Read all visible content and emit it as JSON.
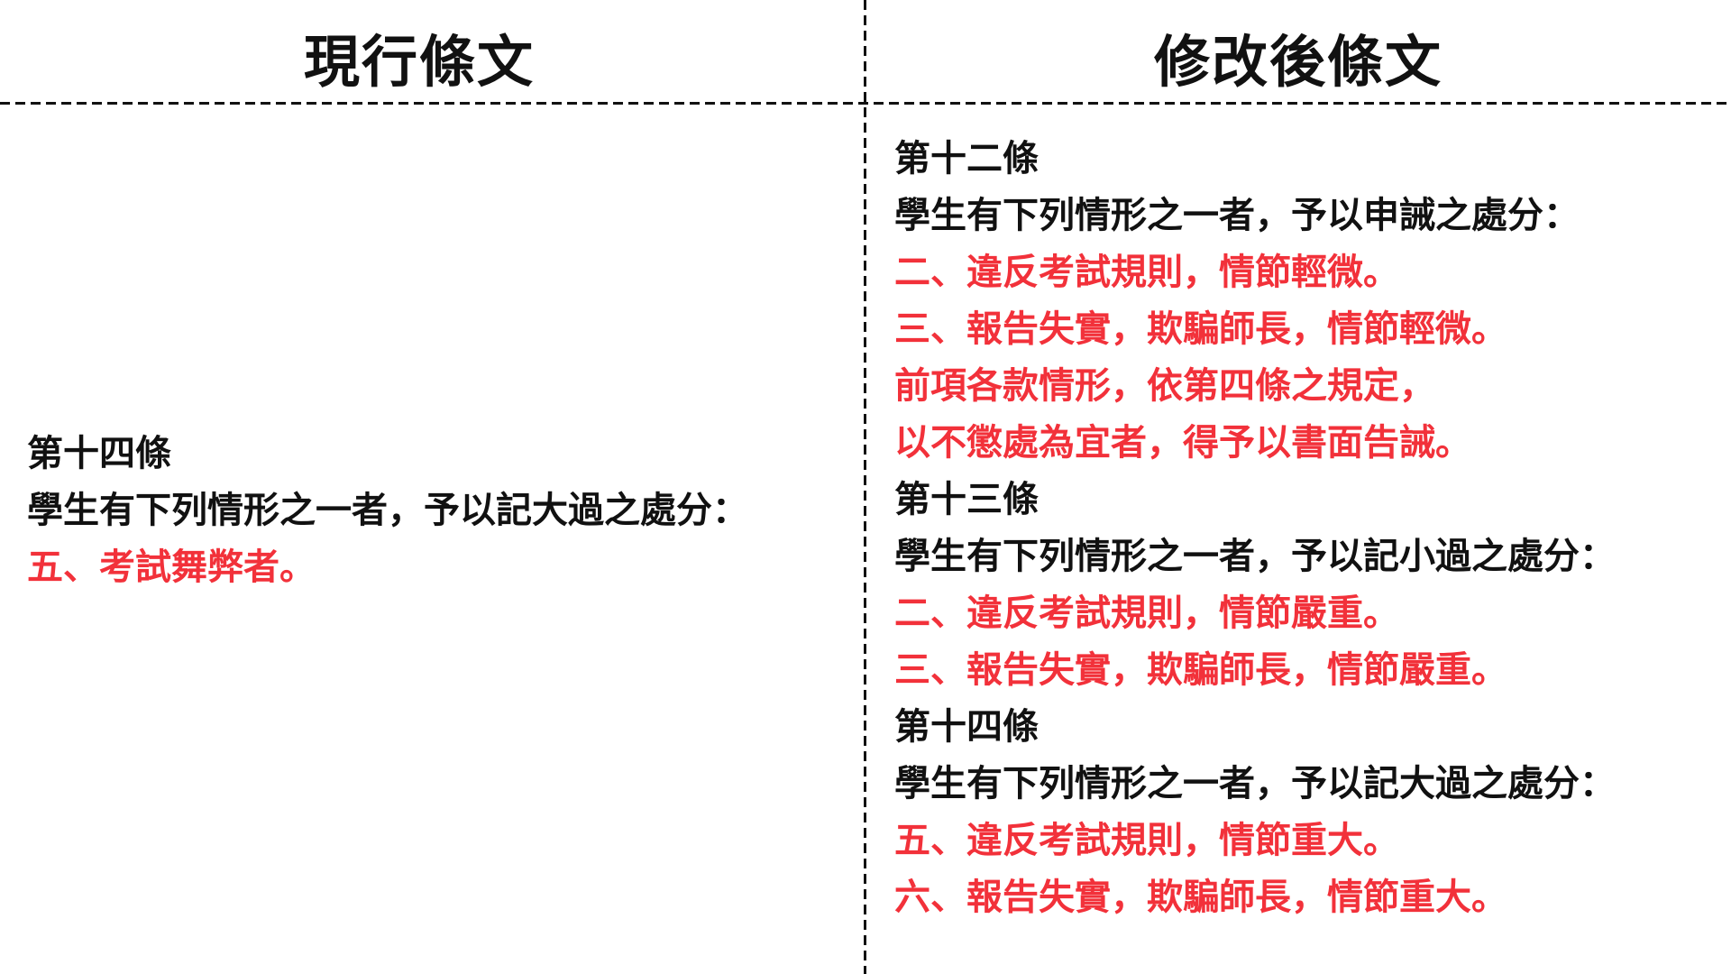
{
  "colors": {
    "text": "#111111",
    "highlight": "#f2313a",
    "background": "#ffffff",
    "divider": "#111111"
  },
  "left_column": {
    "title": "現行條文",
    "lines": [
      {
        "text": "第十四條",
        "color": "black"
      },
      {
        "text": "學生有下列情形之一者，予以記大過之處分：",
        "color": "black"
      },
      {
        "text": "五、考試舞弊者。",
        "color": "red"
      }
    ]
  },
  "right_column": {
    "title": "修改後條文",
    "lines": [
      {
        "text": "第十二條",
        "color": "black"
      },
      {
        "text": "學生有下列情形之一者，予以申誡之處分：",
        "color": "black"
      },
      {
        "text": "二、違反考試規則，情節輕微。",
        "color": "red"
      },
      {
        "text": "三、報告失實，欺騙師長，情節輕微。",
        "color": "red"
      },
      {
        "text": "前項各款情形，依第四條之規定，",
        "color": "red"
      },
      {
        "text": "以不懲處為宜者，得予以書面告誡。",
        "color": "red"
      },
      {
        "text": "第十三條",
        "color": "black"
      },
      {
        "text": "學生有下列情形之一者，予以記小過之處分：",
        "color": "black"
      },
      {
        "text": "二、違反考試規則，情節嚴重。",
        "color": "red"
      },
      {
        "text": "三、報告失實，欺騙師長，情節嚴重。",
        "color": "red"
      },
      {
        "text": "第十四條",
        "color": "black"
      },
      {
        "text": "學生有下列情形之一者，予以記大過之處分：",
        "color": "black"
      },
      {
        "text": "五、違反考試規則，情節重大。",
        "color": "red"
      },
      {
        "text": "六、報告失實，欺騙師長，情節重大。",
        "color": "red"
      }
    ]
  }
}
